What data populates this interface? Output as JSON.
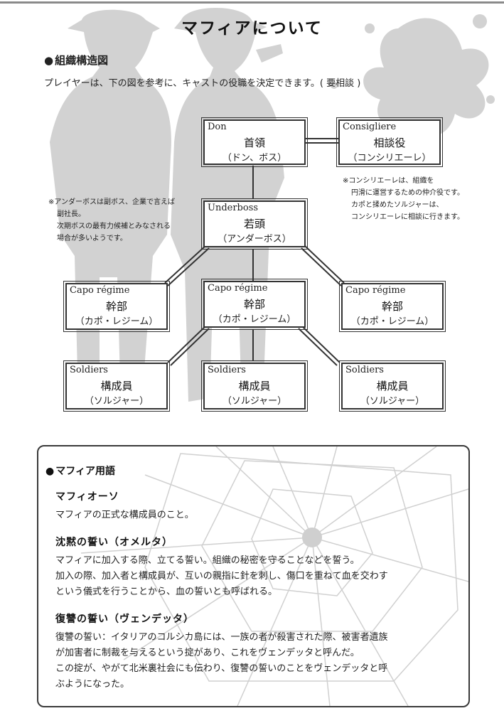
{
  "page": {
    "title": "マフィアについて"
  },
  "structure_section": {
    "heading": "組織構造図",
    "intro": "プレイヤーは、下の図を参考に、キャストの役職を決定できます。( 要相談 )"
  },
  "org_chart": {
    "don": {
      "en": "Don",
      "jp": "首領",
      "kana": "（ドン、ボス）"
    },
    "consigliere": {
      "en": "Consigliere",
      "jp": "相談役",
      "kana": "（コンシリエーレ）"
    },
    "underboss": {
      "en": "Underboss",
      "jp": "若頭",
      "kana": "（アンダーボス）"
    },
    "capos": [
      {
        "en": "Capo régime",
        "jp": "幹部",
        "kana": "（カポ・レジーム）"
      },
      {
        "en": "Capo régime",
        "jp": "幹部",
        "kana": "（カポ・レジーム）"
      },
      {
        "en": "Capo régime",
        "jp": "幹部",
        "kana": "（カポ・レジーム）"
      }
    ],
    "soldiers": [
      {
        "en": "Soldiers",
        "jp": "構成員",
        "kana": "（ソルジャー）"
      },
      {
        "en": "Soldiers",
        "jp": "構成員",
        "kana": "（ソルジャー）"
      },
      {
        "en": "Soldiers",
        "jp": "構成員",
        "kana": "（ソルジャー）"
      }
    ]
  },
  "notes": {
    "underboss": [
      "※アンダーボスは副ボス、企業で言えば",
      "副社長。",
      "次期ボスの最有力候補とみなされる",
      "場合が多いようです。"
    ],
    "consigliere": [
      "※コンシリエーレは、組織を",
      "円滑に運営するための仲介役です。",
      "カポと揉めたソルジャーは、",
      "コンシリエーレに相談に行きます。"
    ]
  },
  "terms_section": {
    "heading": "マフィア用語",
    "terms": [
      {
        "title": "マフィオーソ",
        "lines": [
          "マフィアの正式な構成員のこと。"
        ]
      },
      {
        "title": "沈黙の誓い（オメルタ）",
        "lines": [
          "マフィアに加入する際、立てる誓い。組織の秘密を守ることなどを誓う。",
          "加入の際、加入者と構成員が、互いの親指に針を刺し、傷口を重ねて血を交わす",
          "という儀式を行うことから、血の誓いとも呼ばれる。"
        ]
      },
      {
        "title": "復讐の誓い（ヴェンデッタ）",
        "lines": [
          "復讐の誓い：イタリアのコルシカ島には、一族の者が殺害された際、被害者遺族",
          "が加害者に制裁を与えるという掟があり、これをヴェンデッタと呼んだ。",
          "この掟が、やがて北米裏社会にも伝わり、復讐の誓いのことをヴェンデッタと呼",
          "ぶようになった。"
        ]
      }
    ]
  },
  "colors": {
    "silhouette": "#d2d2d2",
    "splatter": "#dadada",
    "box_border": "#333333",
    "crack_lines": "#d0d0d0"
  }
}
